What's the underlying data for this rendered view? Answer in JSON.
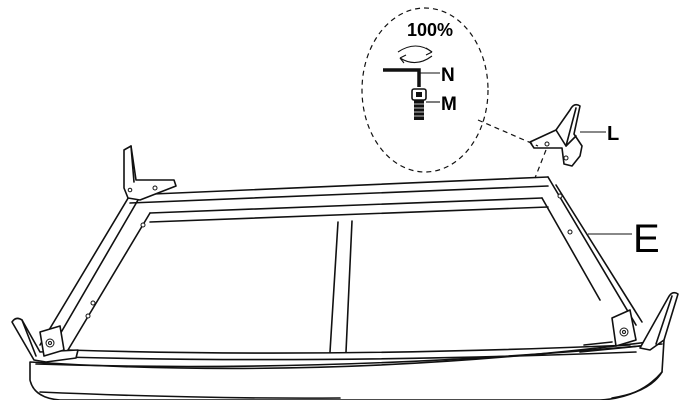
{
  "detail": {
    "torque": "100%",
    "part_n": "N",
    "part_m": "M"
  },
  "labels": {
    "part_l": "L",
    "part_e": "E"
  }
}
